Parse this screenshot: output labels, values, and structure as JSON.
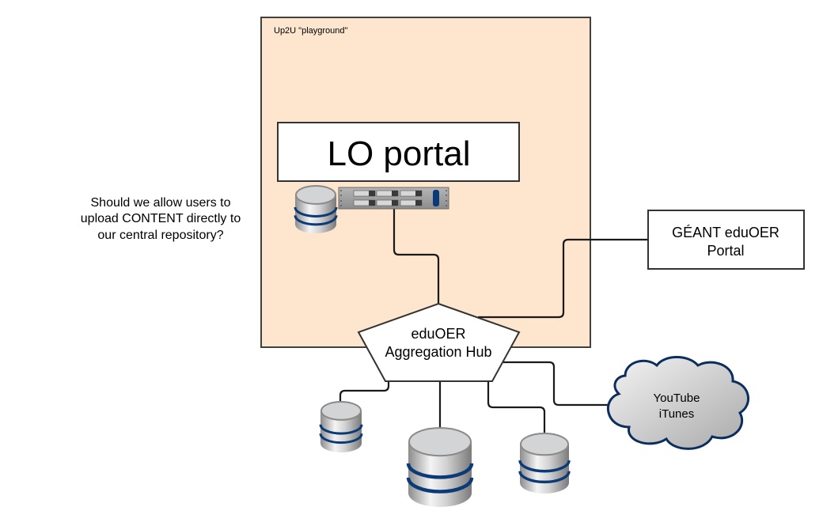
{
  "diagram": {
    "playground": {
      "label": "Up2U \"playground\""
    },
    "lo_portal": {
      "label": "LO portal"
    },
    "question": {
      "lines": [
        "Should we allow users to",
        "upload CONTENT directly to",
        "our central repository?"
      ]
    },
    "geant_portal": {
      "lines": [
        "GÉANT eduOER",
        "Portal"
      ]
    },
    "hub": {
      "lines": [
        "eduOER",
        "Aggregation Hub"
      ]
    },
    "cloud": {
      "lines": [
        "YouTube",
        "iTunes"
      ]
    },
    "colors": {
      "playground_fill": "#fde5ce",
      "border": "#404040",
      "connector": "#1a1a1a",
      "db_stripe": "#0b3a78",
      "cloud_stroke": "#0b2e5e"
    }
  }
}
